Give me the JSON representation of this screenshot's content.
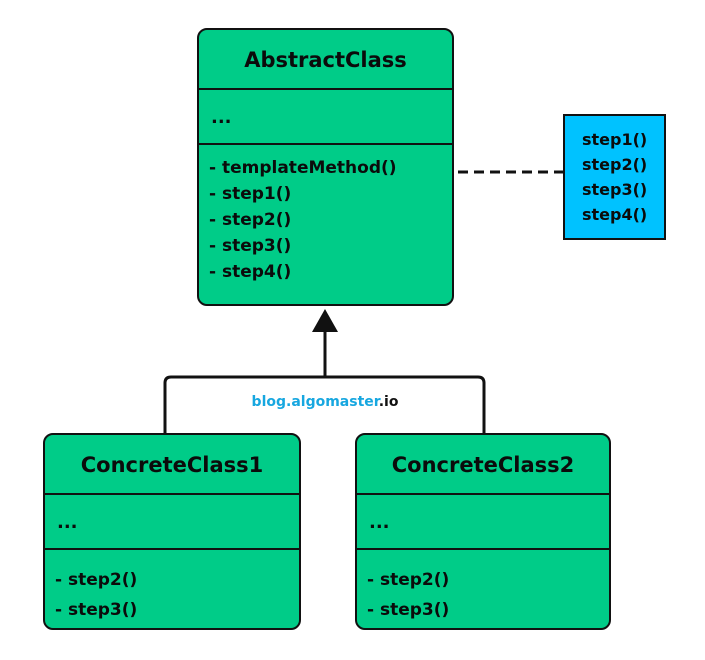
{
  "colors": {
    "class_fill": "#00cc88",
    "note_fill": "#00c2ff",
    "line": "#111111",
    "watermark_accent": "#17a7e0"
  },
  "abstract_class": {
    "name": "AbstractClass",
    "attributes": "...",
    "methods": [
      "- templateMethod()",
      "- step1()",
      "- step2()",
      "- step3()",
      "- step4()"
    ]
  },
  "note": {
    "lines": [
      "step1()",
      "step2()",
      "step3()",
      "step4()"
    ]
  },
  "concrete_classes": [
    {
      "name": "ConcreteClass1",
      "attributes": "...",
      "methods": [
        "- step2()",
        "- step3()"
      ]
    },
    {
      "name": "ConcreteClass2",
      "attributes": "...",
      "methods": [
        "- step2()",
        "- step3()"
      ]
    }
  ],
  "watermark": {
    "part1": "blog.",
    "part2": "algomaster",
    "part3": ".",
    "part4": "io"
  }
}
